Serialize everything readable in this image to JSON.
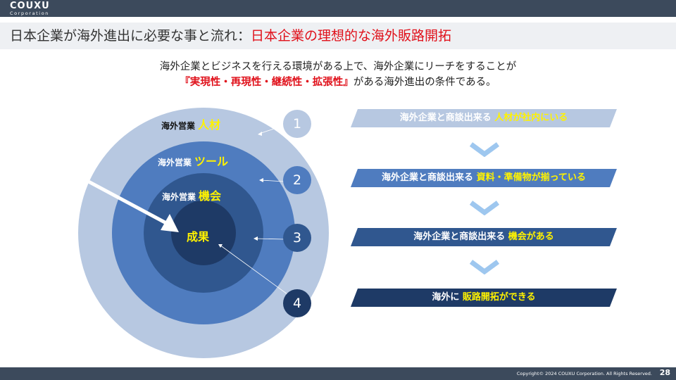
{
  "brand": {
    "name": "COUXU",
    "sub": "Corporation"
  },
  "title": {
    "main": "日本企業が海外進出に必要な事と流れ：",
    "accent": "日本企業の理想的な海外販路開拓"
  },
  "intro": {
    "line1": "海外企業とビジネスを行える環境がある上で、海外企業にリーチをすることが",
    "line2_red": "『実現性・再現性・継続性・拡張性』",
    "line2_rest": "がある海外進出の条件である。"
  },
  "layers": [
    {
      "prefix": "海外営業",
      "highlight": "人材"
    },
    {
      "prefix": "海外営業",
      "highlight": "ツール"
    },
    {
      "prefix": "海外営業",
      "highlight": "機会"
    },
    {
      "prefix": "",
      "highlight": "成果"
    }
  ],
  "numbers": [
    "1",
    "2",
    "3",
    "4"
  ],
  "steps": [
    {
      "prefix": "海外企業と商談出来る",
      "highlight": "人材が社内にいる"
    },
    {
      "prefix": "海外企業と商談出来る",
      "highlight": "資料・準備物が揃っている"
    },
    {
      "prefix": "海外企業と商談出来る",
      "highlight": "機会がある"
    },
    {
      "prefix": "海外に",
      "highlight": "販路開拓ができる"
    }
  ],
  "colors": {
    "ring1": "#b7c8e1",
    "ring2": "#4f7cbf",
    "ring3": "#30578f",
    "ring4": "#1e3a66",
    "yellow": "#fff200",
    "red": "#e0101a"
  },
  "footer": {
    "copyright": "Copyright© 2024 COUXU Corporation. All Rights Reserved.",
    "page": "28"
  }
}
